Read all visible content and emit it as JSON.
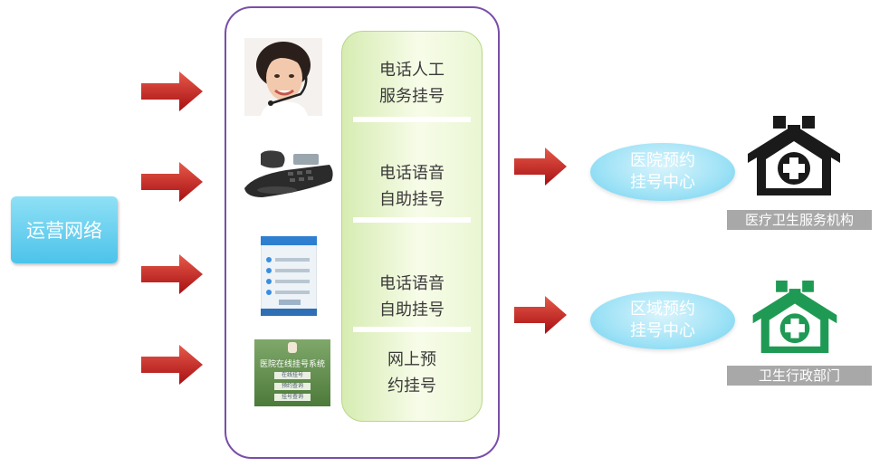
{
  "source": {
    "label": "运营网络"
  },
  "channels": [
    {
      "line1": "电话人工",
      "line2": "服务挂号"
    },
    {
      "line1": "电话语音",
      "line2": "自助挂号"
    },
    {
      "line1": "电话语音",
      "line2": "自助挂号"
    },
    {
      "line1": "网上预",
      "line2": "约挂号"
    }
  ],
  "thumbnails": {
    "web_title": "医院在线挂号系统",
    "web_btn1": "在线挂号",
    "web_btn2": "预约查询",
    "web_btn3": "挂号查询"
  },
  "centers": [
    {
      "line1": "医院预约",
      "line2": "挂号中心"
    },
    {
      "line1": "区域预约",
      "line2": "挂号中心"
    }
  ],
  "orgs": [
    {
      "label": "医疗卫生服务机构",
      "icon": "health-house-icon",
      "color": "#1a1a1a"
    },
    {
      "label": "卫生行政部门",
      "icon": "health-house-icon",
      "color": "#1f9a54"
    }
  ],
  "colors": {
    "arrow": "#c8201e",
    "frame": "#7a4ea8",
    "source": "#4cc3ea"
  }
}
